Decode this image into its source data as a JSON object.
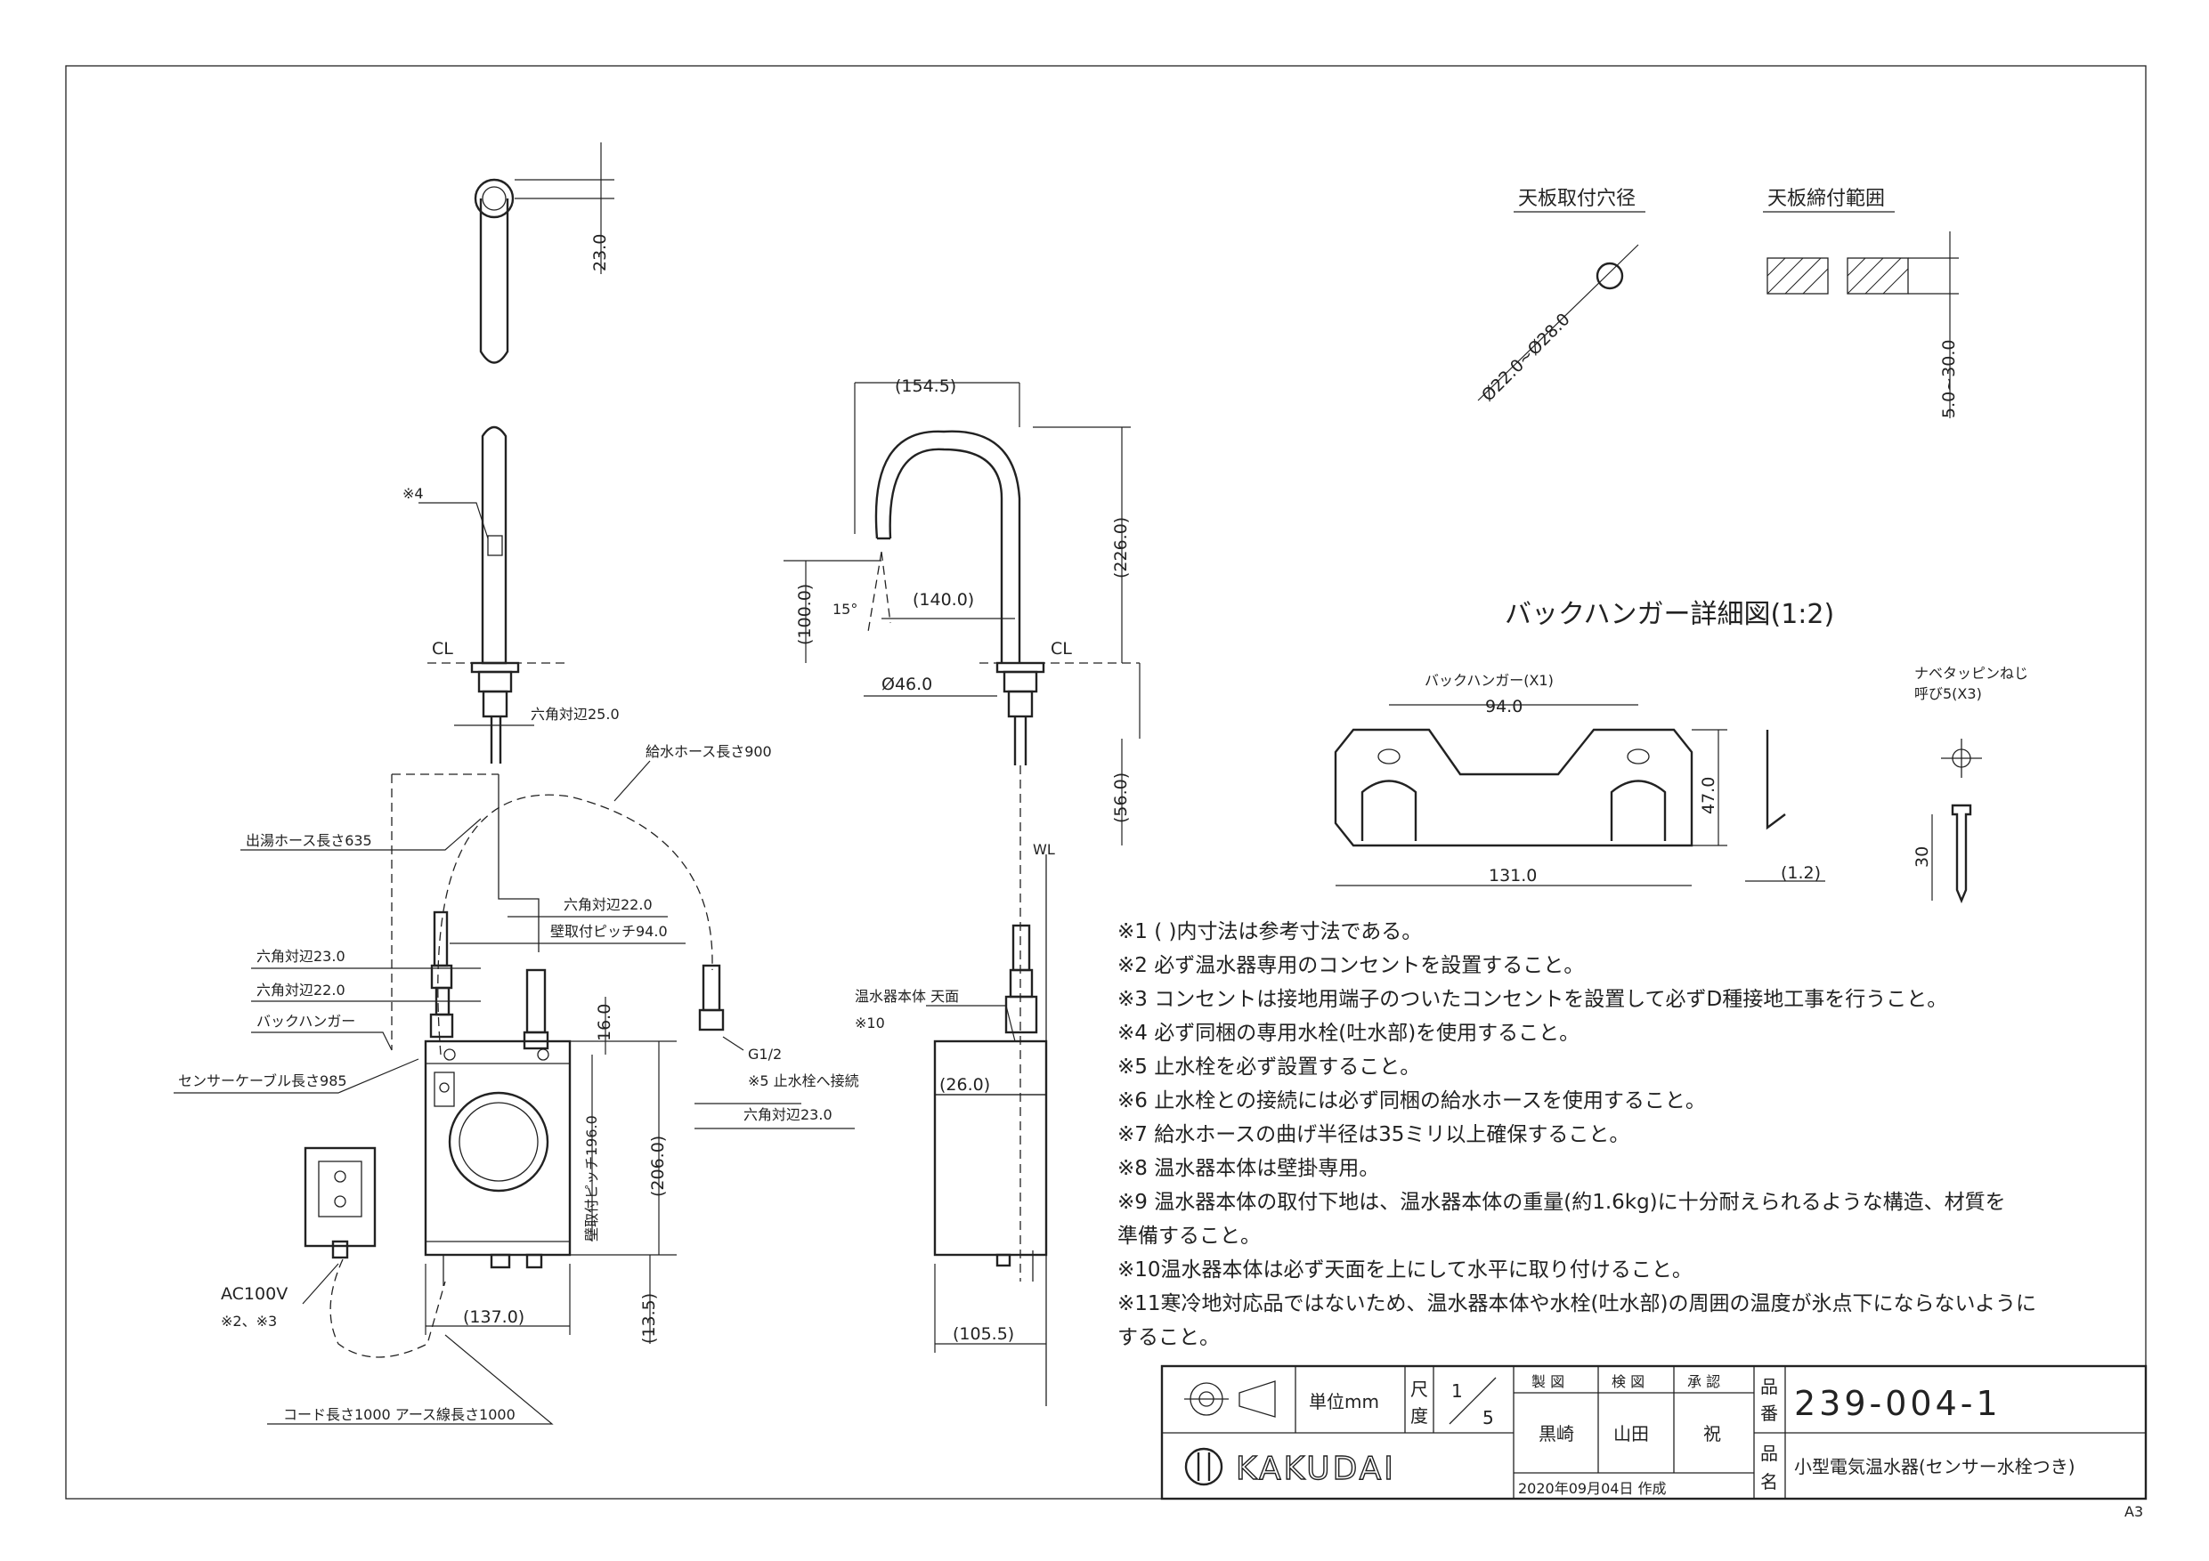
{
  "top_view": {
    "dim_height": "23.0",
    "note_ref": "※4"
  },
  "front_view": {
    "cl": "CL",
    "hex1": "六角対辺25.0",
    "supply_hose": "給水ホース長さ900",
    "outlet_hose": "出湯ホース長さ635",
    "hex2": "六角対辺22.0",
    "pitch": "壁取付ピッチ94.0",
    "hex3": "六角対辺23.0",
    "hex4": "六角対辺22.0",
    "back_hanger": "バックハンガー",
    "sensor_cable": "センサーケーブル長さ985",
    "g12": "G1/2",
    "note5": "※5  止水栓へ接続",
    "hex5": "六角対辺23.0",
    "dim_16": "16.0",
    "dim_206": "(206.0)",
    "dim_196": "壁取付ピッチ196.0",
    "dim_137": "(137.0)",
    "dim_135": "(13.5)",
    "ac": "AC100V",
    "ac_note": "※2、※3",
    "cord": "コード長さ1000  アース線長さ1000"
  },
  "side_view": {
    "d1545": "(154.5)",
    "d226": "(226.0)",
    "d100": "(100.0)",
    "d140": "(140.0)",
    "angle": "15°",
    "cl": "CL",
    "d46": "Ø46.0",
    "d56": "(56.0)",
    "wl": "WL",
    "heater_top": "温水器本体  天面",
    "note10": "※10",
    "d26": "(26.0)",
    "d1055": "(105.5)"
  },
  "hole": {
    "title": "天板取付穴径",
    "dim": "Ø22.0~Ø28.0"
  },
  "plate": {
    "title": "天板締付範囲",
    "dim": "5.0~30.0"
  },
  "hanger": {
    "title": "バックハンガー詳細図(1:2)",
    "label": "バックハンガー(X1)",
    "d94": "94.0",
    "d47": "47.0",
    "d131": "131.0",
    "d12": "(1.2)",
    "screw_label": "ナベタッピンねじ",
    "screw_spec": "呼び5(X3)",
    "screw_len": "30"
  },
  "notes": [
    "※1  ( )内寸法は参考寸法である。",
    "※2  必ず温水器専用のコンセントを設置すること。",
    "※3  コンセントは接地用端子のついたコンセントを設置して必ずD種接地工事を行うこと。",
    "※4  必ず同梱の専用水栓(吐水部)を使用すること。",
    "※5  止水栓を必ず設置すること。",
    "※6  止水栓との接続には必ず同梱の給水ホースを使用すること。",
    "※7  給水ホースの曲げ半径は35ミリ以上確保すること。",
    "※8  温水器本体は壁掛専用。",
    "※9  温水器本体の取付下地は、温水器本体の重量(約1.6kg)に十分耐えられるような構造、材質を",
    "      準備すること。",
    "※10温水器本体は必ず天面を上にして水平に取り付けること。",
    "※11寒冷地対応品ではないため、温水器本体や水栓(吐水部)の周囲の温度が氷点下にならないように",
    "      すること。"
  ],
  "title_block": {
    "unit": "単位mm",
    "scale_label_1": "尺",
    "scale_label_2": "度",
    "scale_num": "1",
    "scale_den": "5",
    "drawn_label": "製 図",
    "checked_label": "検 図",
    "approved_label": "承 認",
    "drawn": "黒崎",
    "checked": "山田",
    "approved": "祝",
    "date": "2020年09月04日  作成",
    "no_label_1": "品",
    "no_label_2": "番",
    "name_label_1": "品",
    "name_label_2": "名",
    "part_no": "239-004-1",
    "part_name": "小型電気温水器(センサー水栓つき)",
    "logo": "KAKUDAI",
    "paper": "A3"
  }
}
